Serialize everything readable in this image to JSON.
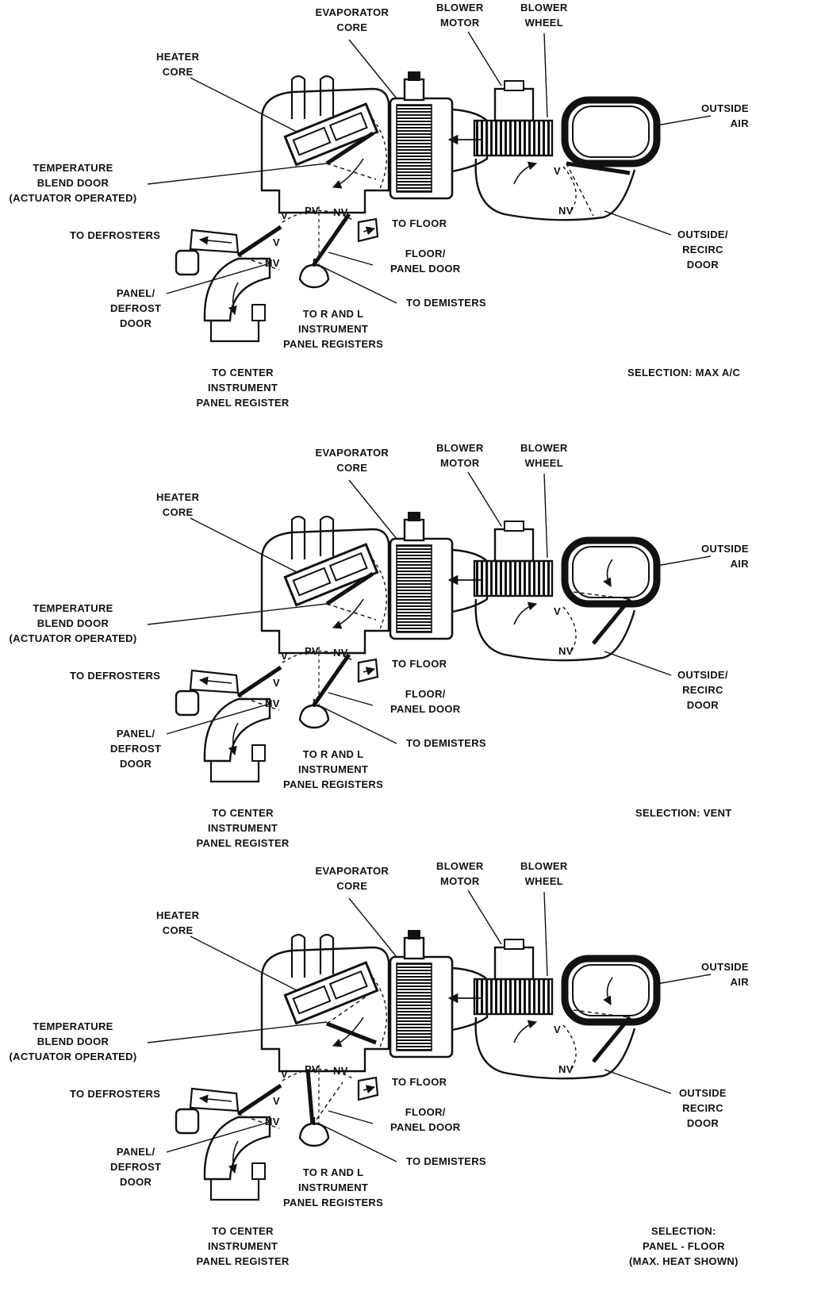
{
  "panels": [
    {
      "id": "max-ac",
      "labels": {
        "evaporator_core": [
          "EVAPORATOR",
          "CORE"
        ],
        "blower_motor": [
          "BLOWER",
          "MOTOR"
        ],
        "blower_wheel": [
          "BLOWER",
          "WHEEL"
        ],
        "heater_core": [
          "HEATER",
          "CORE"
        ],
        "outside_air": [
          "OUTSIDE",
          "AIR"
        ],
        "temp_blend_door": [
          "TEMPERATURE",
          "BLEND DOOR",
          "(ACTUATOR OPERATED)"
        ],
        "to_floor": "TO FLOOR",
        "to_defrosters": "TO DEFROSTERS",
        "outside_recirc_door": [
          "OUTSIDE/",
          "RECIRC",
          "DOOR"
        ],
        "floor_panel_door": [
          "FLOOR/",
          "PANEL DOOR"
        ],
        "panel_defrost_door": [
          "PANEL/",
          "DEFROST",
          "DOOR"
        ],
        "to_demisters": "TO DEMISTERS",
        "to_r_and_l": [
          "TO R AND L",
          "INSTRUMENT",
          "PANEL REGISTERS"
        ],
        "to_center": [
          "TO CENTER",
          "INSTRUMENT",
          "PANEL REGISTER"
        ],
        "selection": [
          "SELECTION: MAX A/C"
        ],
        "v": "V",
        "pv": "PV",
        "nv": "NV"
      }
    },
    {
      "id": "vent",
      "labels": {
        "evaporator_core": [
          "EVAPORATOR",
          "CORE"
        ],
        "blower_motor": [
          "BLOWER",
          "MOTOR"
        ],
        "blower_wheel": [
          "BLOWER",
          "WHEEL"
        ],
        "heater_core": [
          "HEATER",
          "CORE"
        ],
        "outside_air": [
          "OUTSIDE",
          "AIR"
        ],
        "temp_blend_door": [
          "TEMPERATURE",
          "BLEND DOOR",
          "(ACTUATOR OPERATED)"
        ],
        "to_floor": "TO FLOOR",
        "to_defrosters": "TO DEFROSTERS",
        "outside_recirc_door": [
          "OUTSIDE/",
          "RECIRC",
          "DOOR"
        ],
        "floor_panel_door": [
          "FLOOR/",
          "PANEL DOOR"
        ],
        "panel_defrost_door": [
          "PANEL/",
          "DEFROST",
          "DOOR"
        ],
        "to_demisters": "TO DEMISTERS",
        "to_r_and_l": [
          "TO R AND L",
          "INSTRUMENT",
          "PANEL REGISTERS"
        ],
        "to_center": [
          "TO CENTER",
          "INSTRUMENT",
          "PANEL REGISTER"
        ],
        "selection": [
          "SELECTION: VENT"
        ],
        "v": "V",
        "pv": "PV",
        "nv": "NV"
      }
    },
    {
      "id": "panel-floor",
      "labels": {
        "evaporator_core": [
          "EVAPORATOR",
          "CORE"
        ],
        "blower_motor": [
          "BLOWER",
          "MOTOR"
        ],
        "blower_wheel": [
          "BLOWER",
          "WHEEL"
        ],
        "heater_core": [
          "HEATER",
          "CORE"
        ],
        "outside_air": [
          "OUTSIDE",
          "AIR"
        ],
        "temp_blend_door": [
          "TEMPERATURE",
          "BLEND DOOR",
          "(ACTUATOR OPERATED)"
        ],
        "to_floor": "TO FLOOR",
        "to_defrosters": "TO DEFROSTERS",
        "outside_recirc_door": [
          "OUTSIDE",
          "RECIRC",
          "DOOR"
        ],
        "floor_panel_door": [
          "FLOOR/",
          "PANEL DOOR"
        ],
        "panel_defrost_door": [
          "PANEL/",
          "DEFROST",
          "DOOR"
        ],
        "to_demisters": "TO DEMISTERS",
        "to_r_and_l": [
          "TO R AND L",
          "INSTRUMENT",
          "PANEL REGISTERS"
        ],
        "to_center": [
          "TO CENTER",
          "INSTRUMENT",
          "PANEL REGISTER"
        ],
        "selection": [
          "SELECTION:",
          "PANEL - FLOOR",
          "(MAX. HEAT SHOWN)"
        ],
        "v": "V",
        "pv": "PV",
        "nv": "NV"
      }
    }
  ]
}
